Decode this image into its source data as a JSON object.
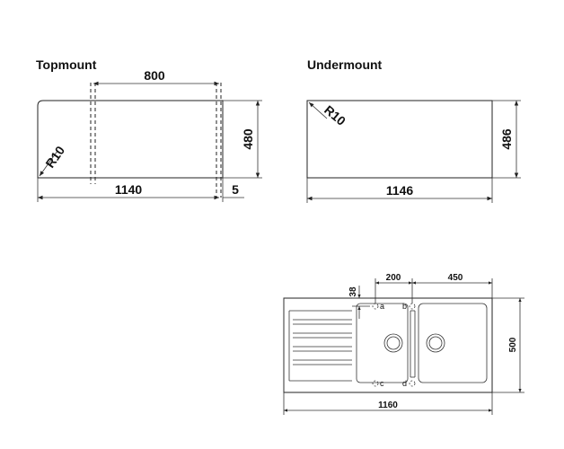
{
  "topmount": {
    "title": "Topmount",
    "dim_cutout_width": "800",
    "dim_height": "480",
    "dim_width": "1140",
    "dim_edge": "5",
    "dim_radius": "R10"
  },
  "undermount": {
    "title": "Undermount",
    "dim_height": "486",
    "dim_width": "1146",
    "dim_radius": "R10"
  },
  "sink": {
    "dim_200": "200",
    "dim_450": "450",
    "dim_38": "38",
    "dim_500": "500",
    "dim_1160": "1160",
    "point_a": "a",
    "point_b": "b",
    "point_c": "c",
    "point_d": "d"
  }
}
